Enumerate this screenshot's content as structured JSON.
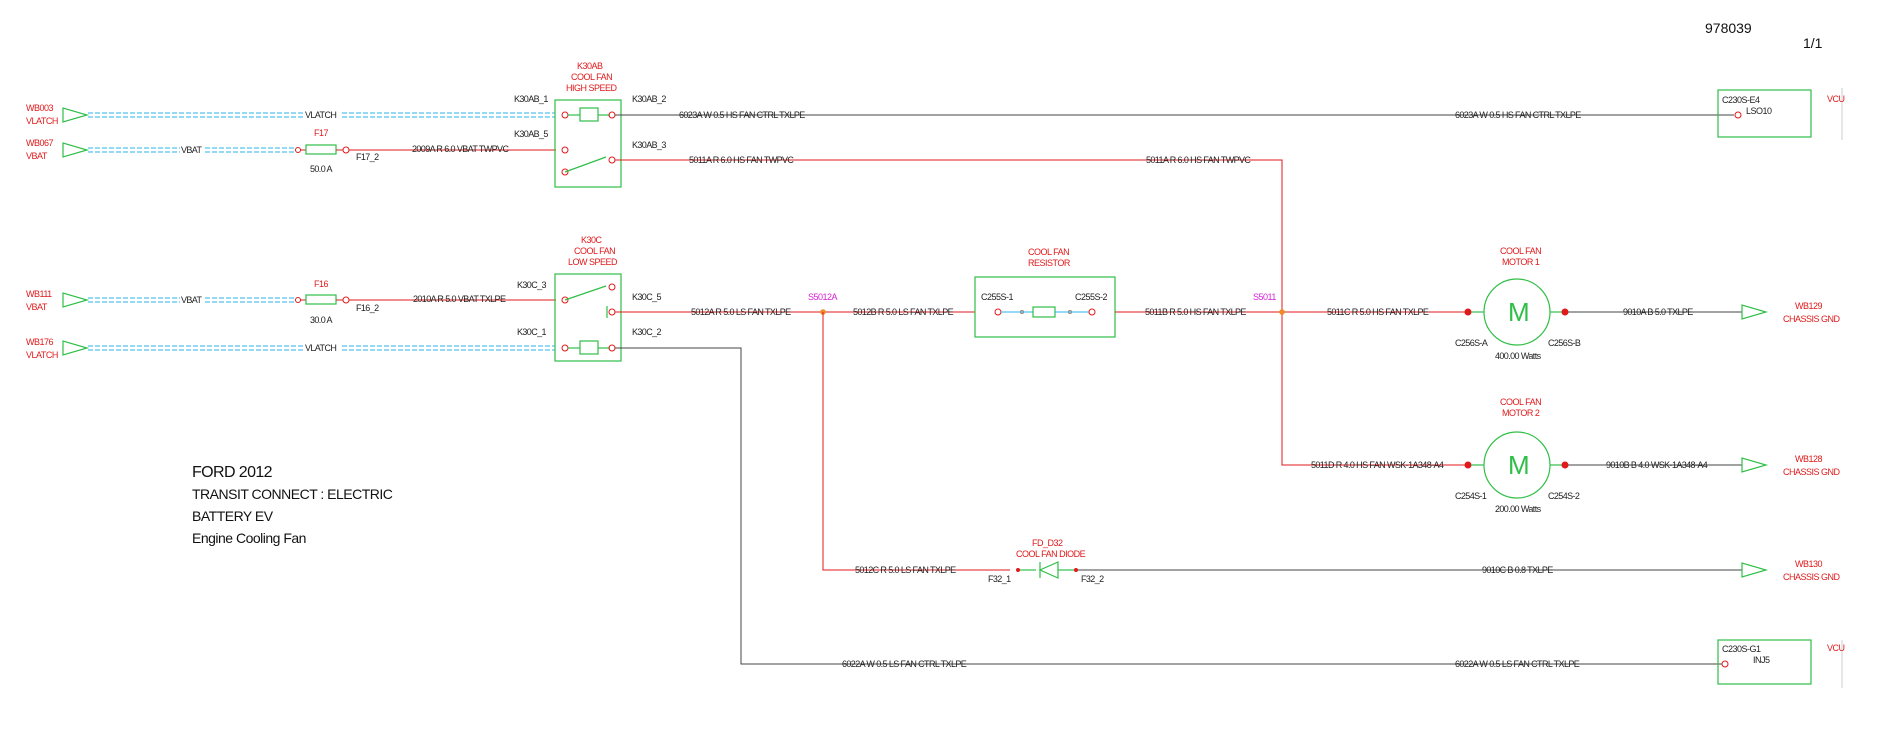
{
  "header": {
    "doc_number": "978039",
    "page": "1/1"
  },
  "title_block": {
    "line1": "FORD 2012",
    "line2": "TRANSIT CONNECT :  ELECTRIC",
    "line3": "BATTERY EV",
    "line4": "Engine Cooling Fan"
  },
  "sources": {
    "wb003": {
      "id": "WB003",
      "sig": "VLATCH"
    },
    "wb067": {
      "id": "WB067",
      "sig": "VBAT"
    },
    "wb111": {
      "id": "WB111",
      "sig": "VBAT"
    },
    "wb176": {
      "id": "WB176",
      "sig": "VLATCH"
    }
  },
  "net_labels": {
    "vlatch": "VLATCH",
    "vbat": "VBAT"
  },
  "fuses": {
    "f17": {
      "name": "F17",
      "pin": "F17_2",
      "rating": "50.0 A"
    },
    "f16": {
      "name": "F16",
      "pin": "F16_2",
      "rating": "30.0 A"
    }
  },
  "relays": {
    "k30ab": {
      "l1": "K30AB",
      "l2": "COOL FAN",
      "l3": "HIGH SPEED",
      "p1": "K30AB_1",
      "p2": "K30AB_2",
      "p3": "K30AB_3",
      "p5": "K30AB_5"
    },
    "k30c": {
      "l1": "K30C",
      "l2": "COOL FAN",
      "l3": "LOW SPEED",
      "p1": "K30C_1",
      "p2": "K30C_2",
      "p3": "K30C_3",
      "p5": "K30C_5"
    }
  },
  "resistor": {
    "l1": "COOL FAN",
    "l2": "RESISTOR",
    "p1": "C255S-1",
    "p2": "C255S-2"
  },
  "motor1": {
    "l1": "COOL FAN",
    "l2": "MOTOR 1",
    "pa": "C256S-A",
    "pb": "C256S-B",
    "power": "400.00 Watts",
    "symbol": "M"
  },
  "motor2": {
    "l1": "COOL FAN",
    "l2": "MOTOR 2",
    "pa": "C254S-1",
    "pb": "C254S-2",
    "power": "200.00 Watts",
    "symbol": "M"
  },
  "diode": {
    "l1": "FD_D32",
    "l2": "COOL FAN DIODE",
    "p1": "F32_1",
    "p2": "F32_2"
  },
  "splices": {
    "s5012a": "S5012A",
    "s5011": "S5011"
  },
  "vcu": {
    "label": "VCU",
    "c1": {
      "conn": "C230S-E4",
      "pin": "LSO10"
    },
    "c2": {
      "conn": "C230S-G1",
      "pin": "INJ5"
    }
  },
  "grounds": {
    "wb129": {
      "id": "WB129",
      "label": "CHASSIS GND"
    },
    "wb128": {
      "id": "WB128",
      "label": "CHASSIS GND"
    },
    "wb130": {
      "id": "WB130",
      "label": "CHASSIS GND"
    }
  },
  "wires": {
    "w2009a": "2009A R 6.0 VBAT TWPVC",
    "w2010a": "2010A R 5.0 VBAT TXLPE",
    "w6023a": "6023A W 0.5 HS FAN CTRL TXLPE",
    "w5011a": "5011A R 6.0 HS FAN TWPVC",
    "w5012a": "5012A R 5.0 LS FAN TXLPE",
    "w5012b": "5012B R 5.0 LS FAN TXLPE",
    "w5011b": "5011B R 5.0 HS FAN TXLPE",
    "w5011c": "5011C R 5.0 HS FAN TXLPE",
    "w9010a": "9010A B 5.0 TXLPE",
    "w5011d": "5011D R 4.0 HS FAN WSK-1A348-A4",
    "w9010b": "9010B B 4.0 WSK-1A348-A4",
    "w5012c": "5012C R 5.0 LS FAN TXLPE",
    "w9010c": "9010C B 0.8 TXLPE",
    "w6022a": "6022A W 0.5 LS FAN CTRL TXLPE"
  },
  "colors": {
    "power_wire": "#e0191b",
    "signal_wire": "#444444",
    "shield_wire": "#29b6e8",
    "component": "#2fbf47",
    "splice": "#d61fd6"
  }
}
